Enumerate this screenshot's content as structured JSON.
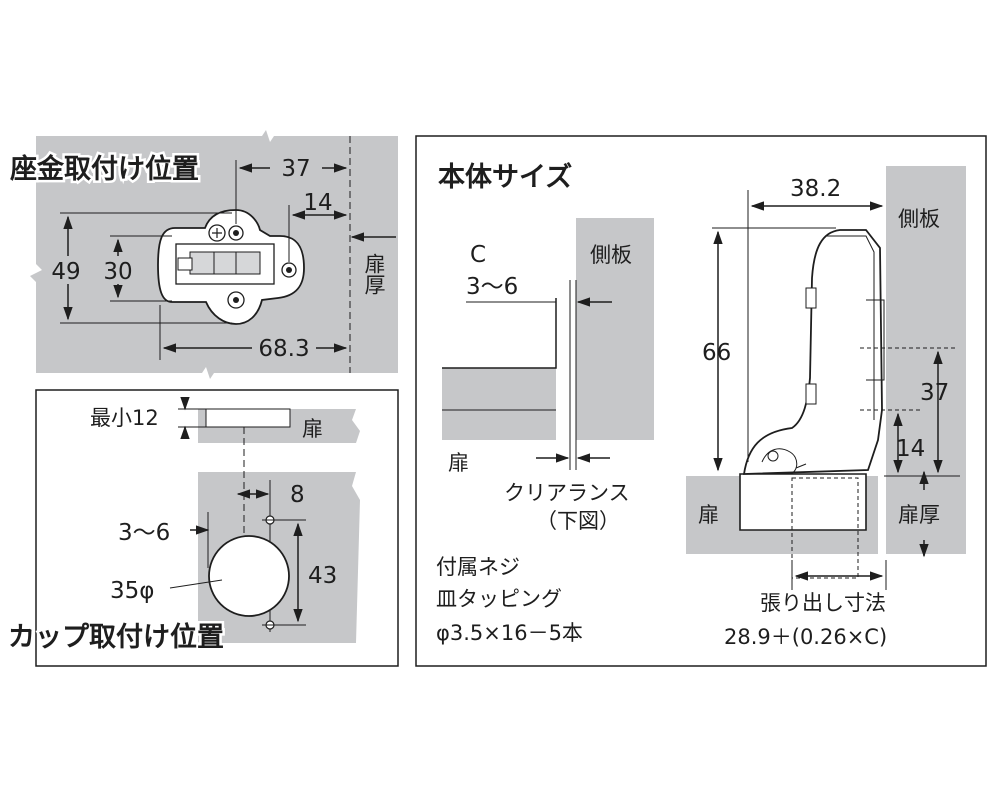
{
  "panel_mounting_plate": {
    "title": "座金取付け位置",
    "dim_37": "37",
    "dim_14": "14",
    "dim_49": "49",
    "dim_30": "30",
    "dim_68_3": "68.3",
    "label_door_thickness": "扉厚"
  },
  "panel_cup": {
    "title": "カップ取付け位置",
    "dim_min12": "最小12",
    "label_door": "扉",
    "dim_8": "8",
    "dim_3to6": "3～6",
    "dim_35phi": "35φ",
    "dim_43": "43"
  },
  "panel_body": {
    "title": "本体サイズ",
    "label_c": "C",
    "label_c_range": "3～6",
    "label_side_panel_left": "側板",
    "label_door_left": "扉",
    "label_clearance": "クリアランス",
    "label_clearance_note": "（下図）",
    "screw_line1": "付属ネジ",
    "screw_line2": "皿タッピング",
    "screw_line3": "φ3.5×16－5本",
    "dim_38_2": "38.2",
    "dim_66": "66",
    "label_side_panel_right": "側板",
    "dim_37": "37",
    "dim_14": "14",
    "label_door_thickness": "扉厚",
    "label_door_right": "扉",
    "overlay_label": "張り出し寸法",
    "overlay_formula": "28.9＋(0.26×C)"
  }
}
